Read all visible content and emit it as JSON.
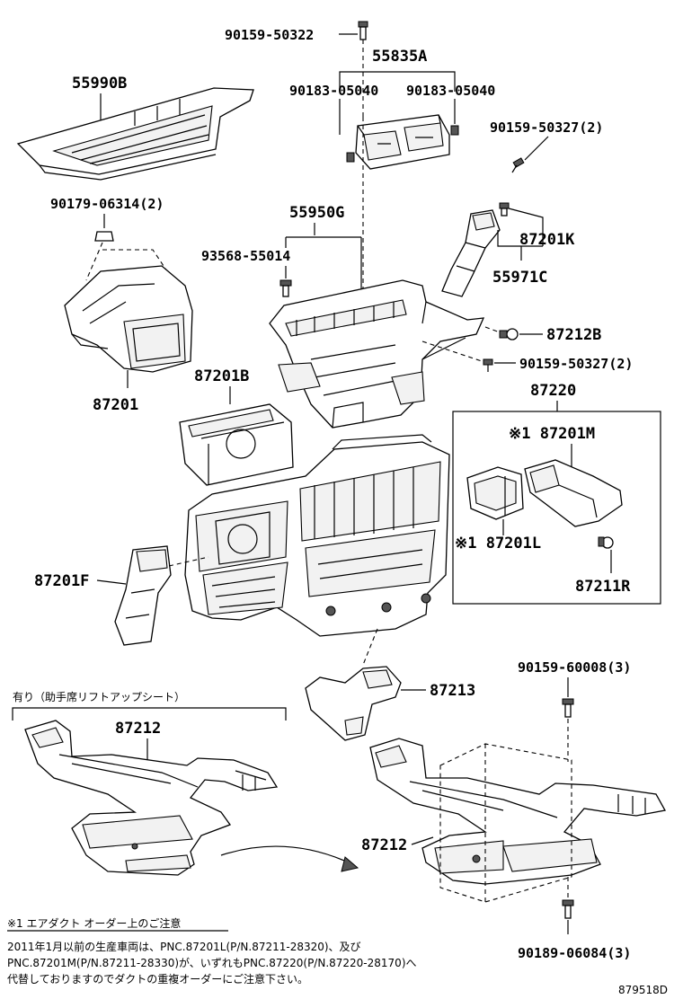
{
  "labels": {
    "p_90159_50322": "90159-50322",
    "p_55835A": "55835A",
    "p_90183_05040_a": "90183-05040",
    "p_90183_05040_b": "90183-05040",
    "p_90159_50327_top": "90159-50327(2)",
    "p_55990B": "55990B",
    "p_90179_06314": "90179-06314(2)",
    "p_55950G": "55950G",
    "p_87201K": "87201K",
    "p_93568_55014": "93568-55014",
    "p_55971C": "55971C",
    "p_87212B": "87212B",
    "p_90159_50327_mid": "90159-50327(2)",
    "p_87201": "87201",
    "p_87201B": "87201B",
    "p_87220": "87220",
    "p_87201M": "※1 87201M",
    "p_87201L": "※1 87201L",
    "p_87211R": "87211R",
    "p_87201F": "87201F",
    "p_90159_60008": "90159-60008(3)",
    "p_87213": "87213",
    "p_87212_left": "87212",
    "p_87212_right": "87212",
    "p_90189_06084": "90189-06084(3)"
  },
  "option_header": "有り（助手席リフトアップシート）",
  "note": {
    "title": "※1  エアダクト  オーダー上のご注意",
    "line1": "2011年1月以前の生産車両は、PNC.87201L(P/N.87211-28320)、及び",
    "line2": "PNC.87201M(P/N.87211-28330)が、いずれもPNC.87220(P/N.87220-28170)へ",
    "line3": "代替しておりますのでダクトの重複オーダーにご注意下さい。"
  },
  "diagram_id": "879518D"
}
